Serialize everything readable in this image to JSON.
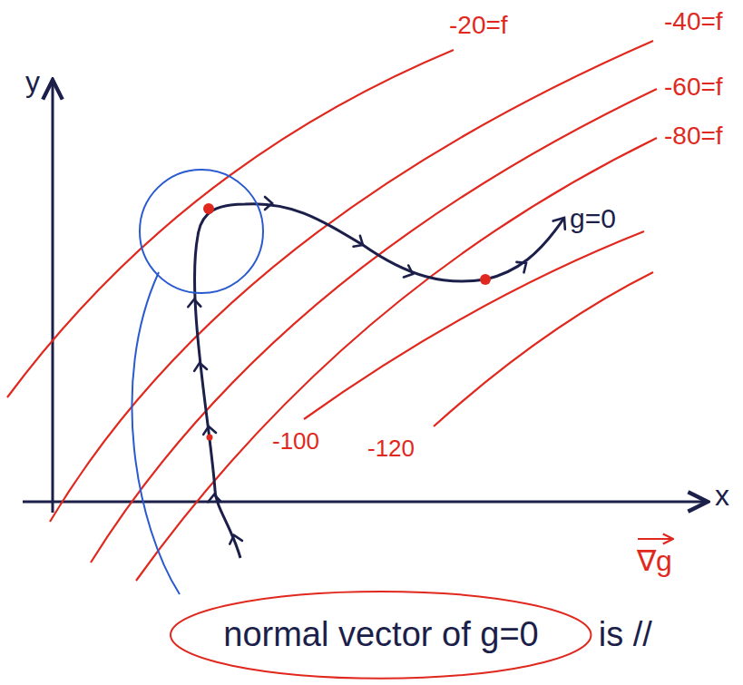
{
  "diagram": {
    "nodes": [
      {
        "text": [
          "normal vector of g=0"
        ]
      }
    ],
    "labels": [
      "y",
      "x",
      "-20=f",
      "-40=f",
      "-60=f",
      "-80=f",
      "-100",
      "-120",
      "g=0",
      "∇g",
      "is //"
    ]
  }
}
